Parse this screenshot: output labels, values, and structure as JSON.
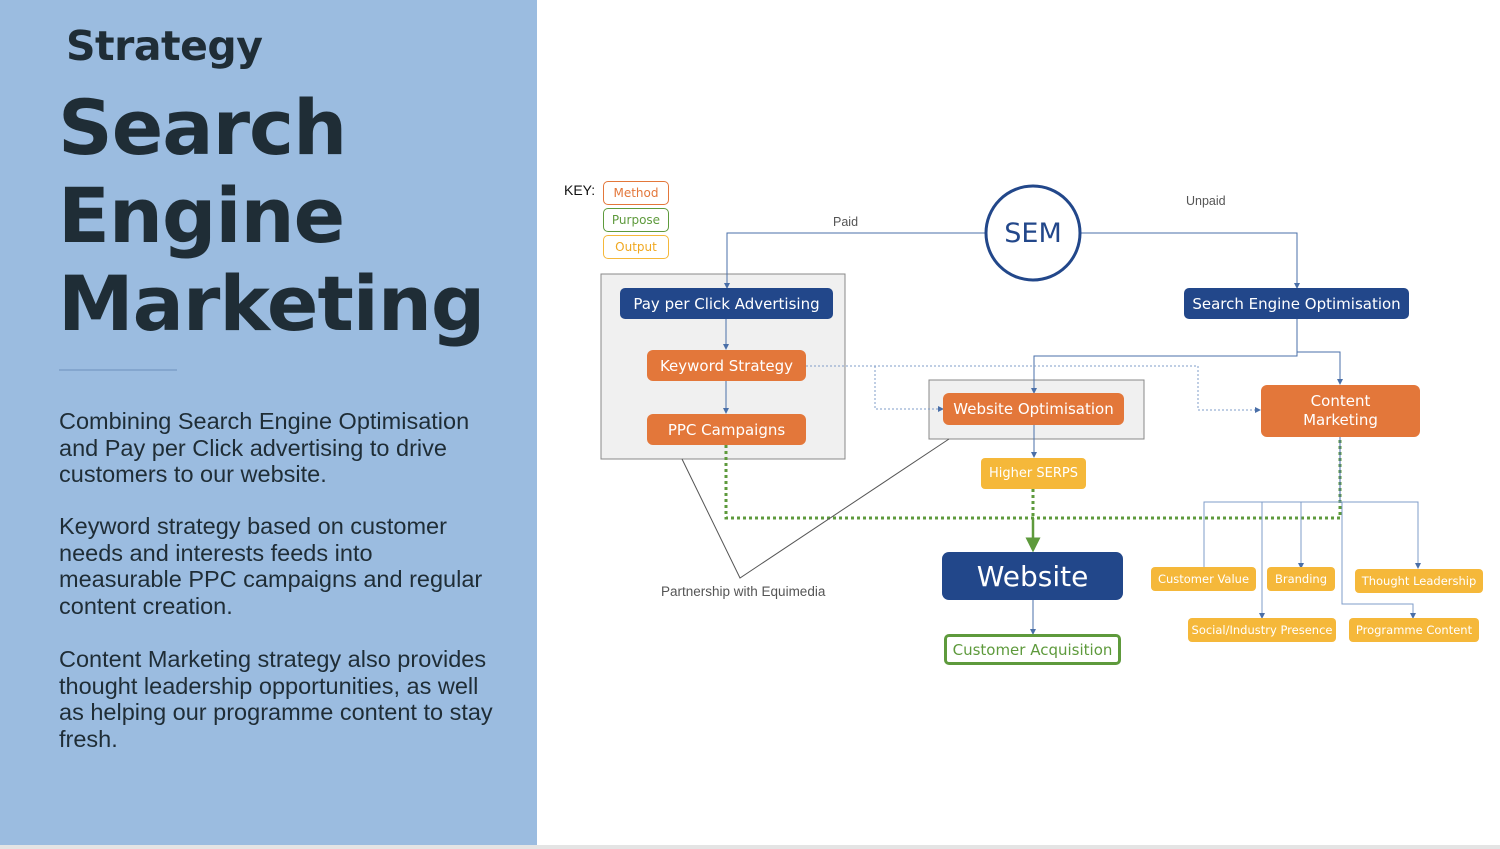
{
  "left_panel": {
    "subtitle": "Strategy",
    "title_lines": [
      "Search",
      "Engine",
      "Marketing"
    ],
    "paragraphs": [
      "Combining Search Engine Optimisation and Pay per Click advertising to drive customers to our website.",
      "Keyword strategy based on customer needs and interests feeds into measurable PPC campaigns and regular content creation.",
      "Content Marketing strategy also provides thought leadership opportunities, as well as helping our programme content to stay fresh."
    ],
    "background_color": "#9bbce0"
  },
  "diagram": {
    "key": {
      "label": "KEY:",
      "items": [
        {
          "label": "Method",
          "color": "#e3773a"
        },
        {
          "label": "Purpose",
          "color": "#5e9a3c"
        },
        {
          "label": "Output",
          "color": "#f5b83a"
        }
      ]
    },
    "root": "SEM",
    "branch_labels": {
      "paid": "Paid",
      "unpaid": "Unpaid"
    },
    "nodes": {
      "ppc_advertising": "Pay per Click Advertising",
      "keyword_strategy": "Keyword Strategy",
      "ppc_campaigns": "PPC Campaigns",
      "seo": "Search Engine Optimisation",
      "website_optimisation": "Website Optimisation",
      "content_marketing": "Content Marketing",
      "higher_serps": "Higher SERPS",
      "website": "Website",
      "customer_acquisition": "Customer Acquisition",
      "customer_value": "Customer Value",
      "branding": "Branding",
      "thought_leadership": "Thought Leadership",
      "social_presence": "Social/Industry Presence",
      "programme_content": "Programme Content"
    },
    "partnership_label": "Partnership with Equimedia",
    "colors": {
      "navy": "#22478a",
      "orange": "#e3773a",
      "yellow": "#f5b83a",
      "green": "#5e9a3c",
      "connector": "#4a6fa8"
    }
  }
}
